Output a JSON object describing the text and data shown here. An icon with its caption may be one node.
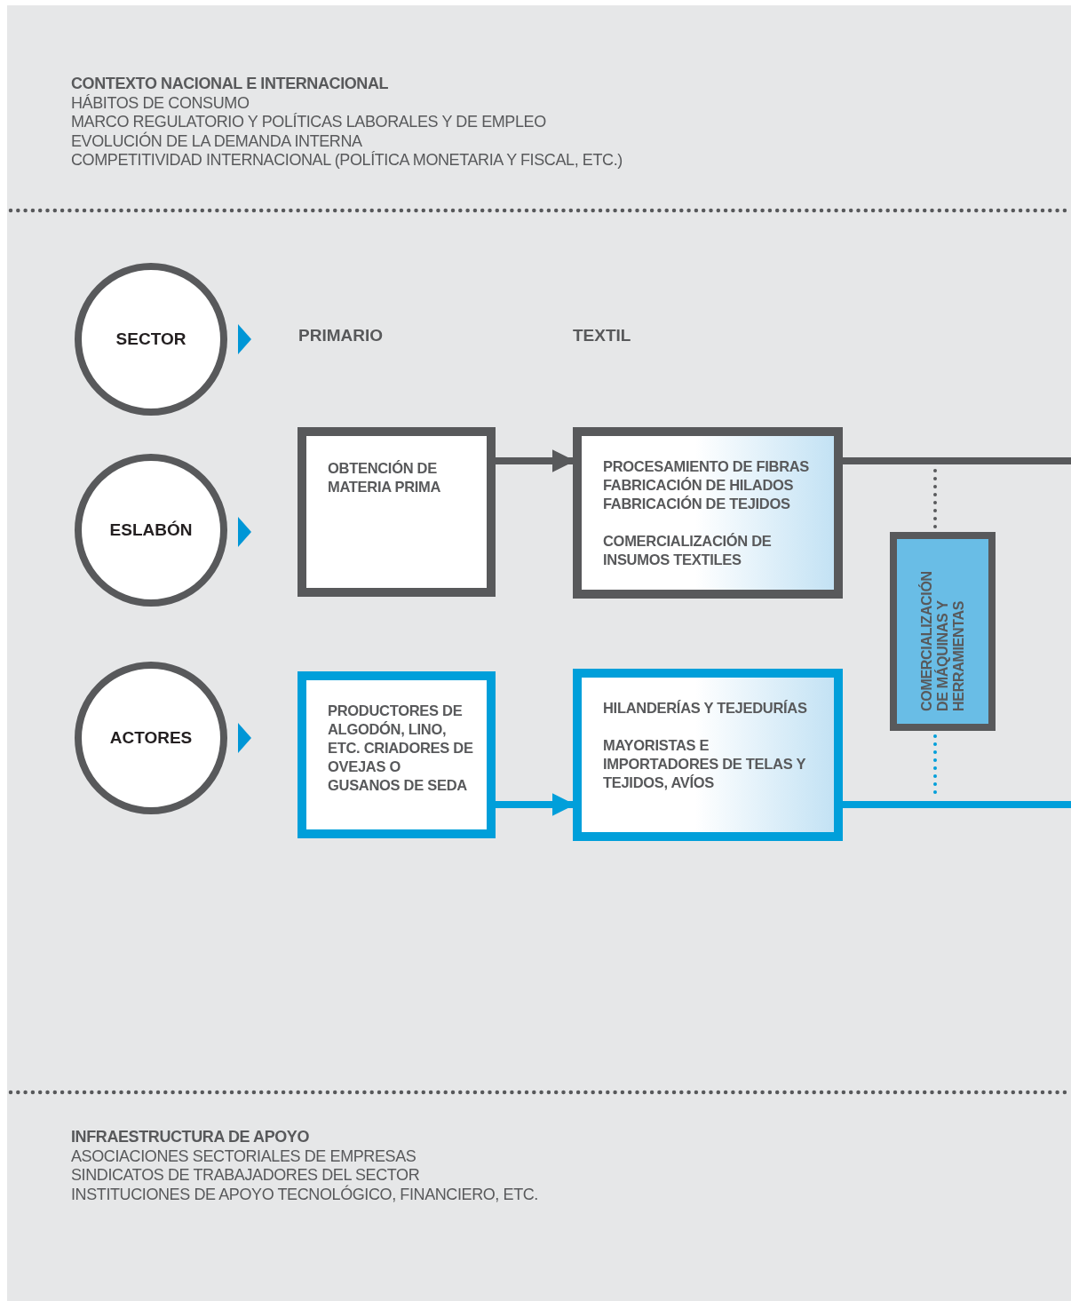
{
  "diagram": {
    "nodes": [
      {
        "text": [
          "SECTOR"
        ]
      },
      {
        "text": [
          "ESLABÓN"
        ]
      },
      {
        "text": [
          "ACTORES"
        ]
      },
      {
        "text": [
          "OBTENCIÓN DE MATERIA PRIMA"
        ]
      },
      {
        "text": [
          "PROCESAMIENTO DE FIBRAS FABRICACIÓN DE HILADOS FABRICACIÓN DE TEJIDOS",
          "COMERCIALIZACIÓN DE INSUMOS TEXTILES"
        ]
      },
      {
        "text": [
          "PRODUCTORES DE ALGODÓN, LINO, ETC. CRIADORES DE OVEJAS O GUSANOS DE SEDA"
        ]
      },
      {
        "text": [
          "HILANDERÍAS Y TEJEDURÍAS",
          "MAYORISTAS E IMPORTADORES DE TELAS Y TEJIDOS, AVÍOS"
        ]
      },
      {
        "text": [
          "COMERCIALIZACIÓN DE MÁQUINAS Y HERRAMIENTAS"
        ]
      }
    ],
    "edges": [
      {
        "from": 3,
        "to": 4,
        "arrow": "to"
      },
      {
        "from": 5,
        "to": 6,
        "arrow": "to",
        "color": "#009fda"
      },
      {
        "from": 4,
        "to": null,
        "arrow": "none"
      },
      {
        "from": 6,
        "to": null,
        "arrow": "none",
        "color": "#009fda"
      },
      {
        "from": 7,
        "to": null,
        "arrow": "none",
        "style": "dashed"
      },
      {
        "from": 7,
        "to": null,
        "arrow": "none",
        "style": "dashed",
        "color": "#009fda"
      },
      {
        "from": 0,
        "to": null,
        "arrow": "to",
        "color": "#0096d6"
      },
      {
        "from": 1,
        "to": 3,
        "arrow": "to",
        "color": "#0096d6"
      },
      {
        "from": 2,
        "to": 5,
        "arrow": "to",
        "color": "#0096d6"
      }
    ],
    "labels": [
      "CONTEXTO NACIONAL E INTERNACIONAL",
      "HÁBITOS DE CONSUMO",
      "MARCO REGULATORIO Y POLÍTICAS LABORALES Y DE EMPLEO",
      "EVOLUCIÓN DE LA DEMANDA INTERNA",
      "COMPETITIVIDAD INTERNACIONAL (POLÍTICA MONETARIA Y FISCAL, ETC.)",
      "PRIMARIO",
      "TEXTIL",
      "INFRAESTRUCTURA DE APOYO",
      "ASOCIACIONES SECTORIALES DE EMPRESAS",
      "SINDICATOS DE TRABAJADORES DEL SECTOR",
      "INSTITUCIONES DE APOYO TECNOLÓGICO, FINANCIERO, ETC."
    ]
  }
}
